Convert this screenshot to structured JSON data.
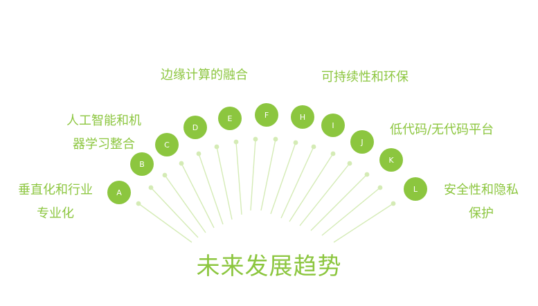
{
  "title": "未来发展趋势",
  "colors": {
    "node": "#8cc63f",
    "ray": "#d4ebb5",
    "text": "#8cc63f"
  },
  "nodes": [
    {
      "letter": "A"
    },
    {
      "letter": "B"
    },
    {
      "letter": "C"
    },
    {
      "letter": "D"
    },
    {
      "letter": "E"
    },
    {
      "letter": "F"
    },
    {
      "letter": "H"
    },
    {
      "letter": "I"
    },
    {
      "letter": "J"
    },
    {
      "letter": "K"
    },
    {
      "letter": "L"
    }
  ],
  "trends": {
    "vertical": {
      "line1": "垂直化和行业",
      "line2": "专业化"
    },
    "ai": {
      "line1": "人工智能和机",
      "line2": "器学习整合"
    },
    "edge": {
      "line1": "边缘计算的融合"
    },
    "sustainable": {
      "line1": "可持续性和环保"
    },
    "lowcode": {
      "line1": "低代码/无代码平台"
    },
    "security": {
      "line1": "安全性和隐私",
      "line2": "保护"
    }
  }
}
